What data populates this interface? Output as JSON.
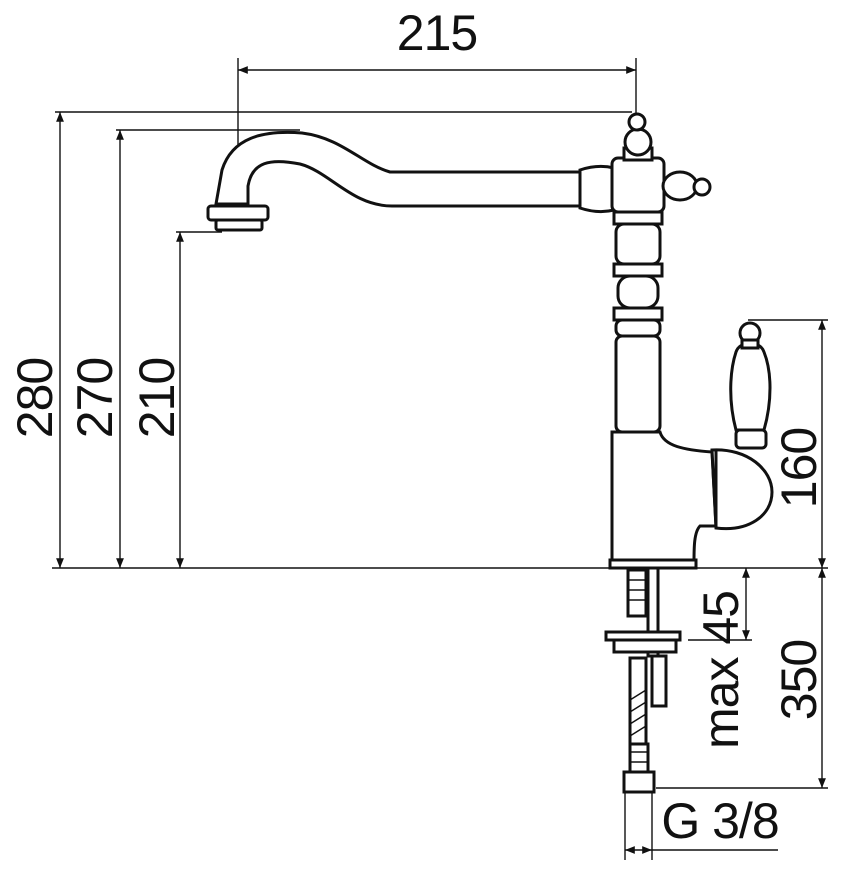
{
  "dimensions": {
    "spout_reach": "215",
    "total_height": "280",
    "spout_top_height": "270",
    "spout_outlet_height": "210",
    "handle_height": "160",
    "max_deck_thickness": "max 45",
    "hose_length": "350",
    "connection_thread": "G 3/8"
  },
  "colors": {
    "line": "#111111",
    "background": "#ffffff"
  }
}
